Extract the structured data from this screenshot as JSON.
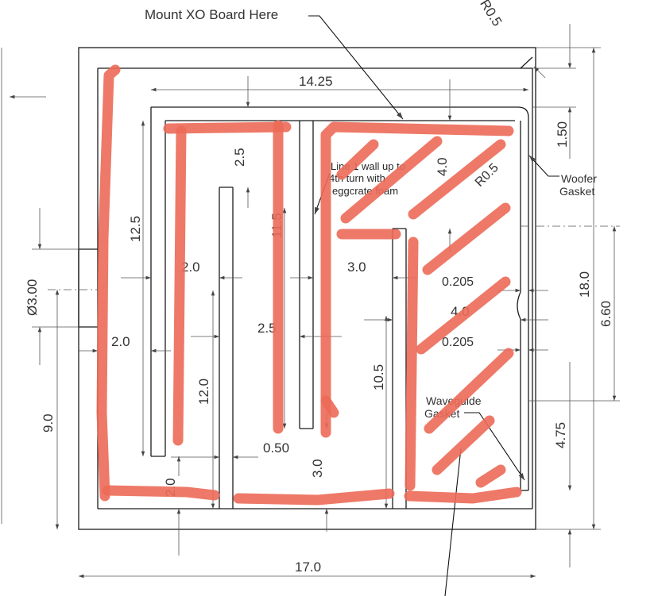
{
  "callouts": {
    "mount_xo": "Mount XO Board Here",
    "line_wall": [
      "Line 1 wall up to",
      "4th turn with",
      "eggcrate foam"
    ],
    "woofer_gasket": [
      "Woofer",
      "Gasket"
    ],
    "waveguide_gasket": [
      "Waveguide",
      "Gasket"
    ]
  },
  "dimensions": {
    "r_top": "R0.5",
    "r_inner": "R0.5",
    "d_14_25": "14.25",
    "d_1_50": "1.50",
    "d_2_5_top": "2.5",
    "d_4_0_top": "4.0",
    "d_12_5": "12.5",
    "d_11_5": "11.5",
    "d_2_0_mid": "2.0",
    "d_3_0_mid": "3.0",
    "d_0_205_a": "0.205",
    "d_18_0": "18.0",
    "d_dia_3_00": "Ø3.00",
    "d_4_0_mid": "4.0",
    "d_6_60": "6.60",
    "d_2_5_mid": "2.5",
    "d_2_0_left": "2.0",
    "d_0_205_b": "0.205",
    "d_12_0": "12.0",
    "d_10_5": "10.5",
    "d_9_0": "9.0",
    "d_4_75": "4.75",
    "d_0_50": "0.50",
    "d_3_0_bottom": "3.0",
    "d_2_0_bottom": "2.0",
    "d_17_0": "17.0"
  },
  "colors": {
    "markup": "#ec6a58",
    "linework": "#1c1c1c",
    "dimension": "#555555"
  }
}
